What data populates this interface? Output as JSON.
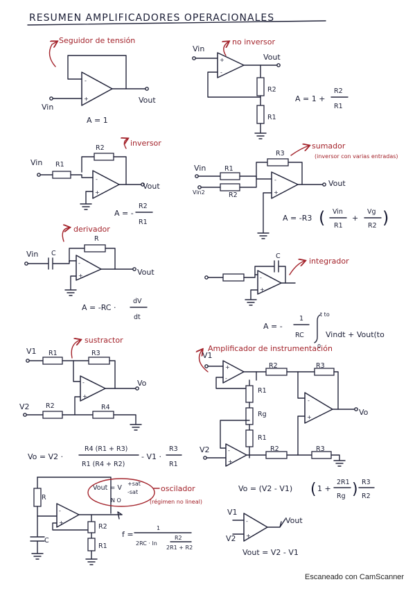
{
  "title": "RESUMEN AMPLIFICADORES OPERACIONALES",
  "footer": "Escaneado con CamScanner",
  "seguidor": {
    "label": "Seguidor de tensión",
    "vin": "Vin",
    "vout": "Vout",
    "gain": "A = 1"
  },
  "no_inversor": {
    "label": "no inversor",
    "vin": "Vin",
    "vout": "Vout",
    "r2": "R2",
    "r1": "R1",
    "gain_lhs": "A = 1 +",
    "gain_num": "R2",
    "gain_den": "R1"
  },
  "inversor": {
    "label": "inversor",
    "vin": "Vin",
    "r1": "R1",
    "r2": "R2",
    "vout": "Vout",
    "gain_lhs": "A = -",
    "gain_num": "R2",
    "gain_den": "R1"
  },
  "sumador": {
    "label": "sumador",
    "note": "(inversor con varias entradas)",
    "vin": "Vin",
    "vin2": "Vin2",
    "r1": "R1",
    "r2": "R2",
    "r3": "R3",
    "vout": "Vout",
    "gain_lhs": "A = -R3",
    "t1_num": "Vin",
    "t1_den": "R1",
    "plus": "+",
    "t2_num": "Vg",
    "t2_den": "R2"
  },
  "derivador": {
    "label": "derivador",
    "vin": "Vin",
    "c": "C",
    "r": "R",
    "vout": "Vout",
    "gain_lhs": "A = -RC ·",
    "d_num": "dV",
    "d_den": "dt"
  },
  "integrador": {
    "label": "integrador",
    "c": "C",
    "gain_lhs": "A = -",
    "f_num": "1",
    "f_den": "RC",
    "upper": "t to",
    "lower": "0",
    "integrand": "Vindt + Vout(to"
  },
  "sustractor": {
    "label": "sustractor",
    "v1": "V1",
    "r1": "R1",
    "r3": "R3",
    "vo": "Vo",
    "v2": "V2",
    "r2": "R2",
    "r4": "R4",
    "eq_lhs": "Vo = V2 ·",
    "f1_num": "R4 (R1 + R3)",
    "f1_den": "R1 (R4 + R2)",
    "mid": "- V1 ·",
    "f2_num": "R3",
    "f2_den": "R1"
  },
  "instrumentacion": {
    "label": "Amplificador de instrumentación",
    "v1": "V1",
    "v2": "V2",
    "r2_top": "R2",
    "r3_top": "R3",
    "r1_top": "R1",
    "rg": "Rg",
    "r1_bot": "R1",
    "r2_bot": "R2",
    "r3_bot": "R3",
    "vo": "Vo",
    "eq_lhs": "Vo = (V2 - V1)",
    "eq_mid": "1 +",
    "f1_num": "2R1",
    "f1_den": "Rg",
    "f2_num": "R3",
    "f2_den": "R2"
  },
  "oscilador": {
    "label": "oscilador",
    "note": "(régimen no lineal)",
    "r": "R",
    "c": "C",
    "r2": "R2",
    "r1": "R1",
    "vout_eq": "Vout = V",
    "sup": "+sat",
    "sub": "-sat",
    "no": "N O",
    "f_lhs": "f =",
    "f_num": "1",
    "f_den": "2RC · ln",
    "ln_num": "R2",
    "ln_den": "2R1 + R2"
  },
  "comparador": {
    "v1": "V1",
    "v2": "V2",
    "vout": "Vout",
    "eq": "Vout = V2 - V1"
  }
}
